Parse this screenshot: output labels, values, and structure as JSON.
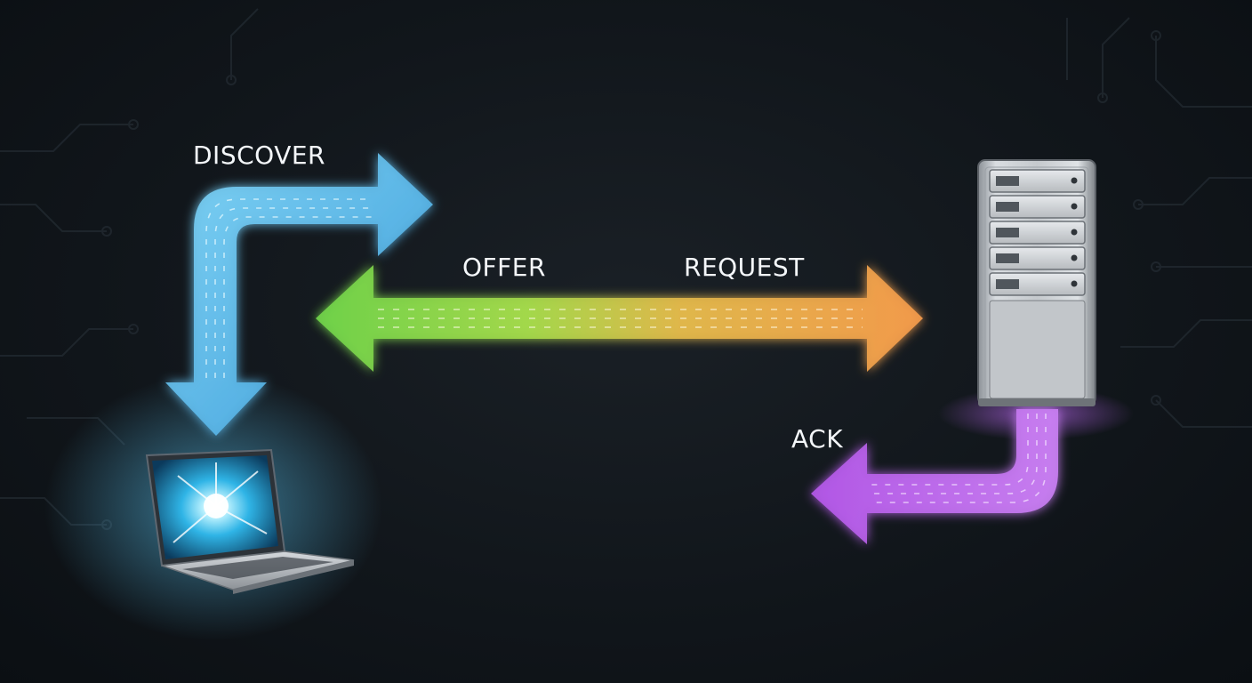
{
  "labels": {
    "discover": "DISCOVER",
    "offer": "OFFER",
    "request": "REQUEST",
    "ack": "ACK"
  },
  "icons": {
    "client": "laptop-icon",
    "server": "server-rack-icon"
  },
  "colors": {
    "discover": "#49b4e8",
    "offer": "#6fd24a",
    "request": "#f0a04a",
    "ack": "#b45ee6",
    "background": "#11161b"
  }
}
